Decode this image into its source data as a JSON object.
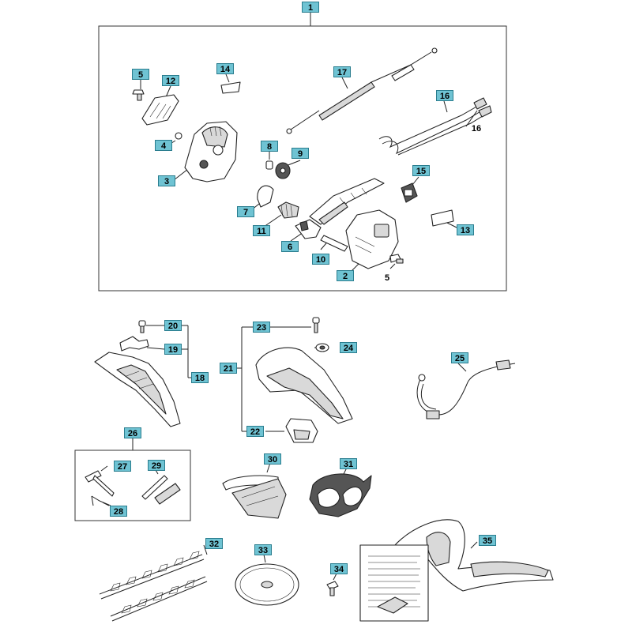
{
  "diagram": {
    "callouts": [
      {
        "id": "c1",
        "label": "1",
        "style": "boxed"
      },
      {
        "id": "c5a",
        "label": "5",
        "style": "boxed"
      },
      {
        "id": "c12",
        "label": "12",
        "style": "boxed"
      },
      {
        "id": "c14",
        "label": "14",
        "style": "boxed"
      },
      {
        "id": "c17",
        "label": "17",
        "style": "boxed"
      },
      {
        "id": "c16a",
        "label": "16",
        "style": "boxed"
      },
      {
        "id": "c16b",
        "label": "16",
        "style": "plain"
      },
      {
        "id": "c4",
        "label": "4",
        "style": "boxed"
      },
      {
        "id": "c3",
        "label": "3",
        "style": "boxed"
      },
      {
        "id": "c8",
        "label": "8",
        "style": "boxed"
      },
      {
        "id": "c9",
        "label": "9",
        "style": "boxed"
      },
      {
        "id": "c15",
        "label": "15",
        "style": "boxed"
      },
      {
        "id": "c7",
        "label": "7",
        "style": "boxed"
      },
      {
        "id": "c11",
        "label": "11",
        "style": "boxed"
      },
      {
        "id": "c6",
        "label": "6",
        "style": "boxed"
      },
      {
        "id": "c13",
        "label": "13",
        "style": "boxed"
      },
      {
        "id": "c10",
        "label": "10",
        "style": "boxed"
      },
      {
        "id": "c2",
        "label": "2",
        "style": "boxed"
      },
      {
        "id": "c5b",
        "label": "5",
        "style": "plain"
      },
      {
        "id": "c20",
        "label": "20",
        "style": "boxed"
      },
      {
        "id": "c19",
        "label": "19",
        "style": "boxed"
      },
      {
        "id": "c18",
        "label": "18",
        "style": "boxed"
      },
      {
        "id": "c23",
        "label": "23",
        "style": "boxed"
      },
      {
        "id": "c24",
        "label": "24",
        "style": "boxed"
      },
      {
        "id": "c21",
        "label": "21",
        "style": "boxed"
      },
      {
        "id": "c22",
        "label": "22",
        "style": "boxed"
      },
      {
        "id": "c25",
        "label": "25",
        "style": "boxed"
      },
      {
        "id": "c26",
        "label": "26",
        "style": "boxed"
      },
      {
        "id": "c27",
        "label": "27",
        "style": "boxed"
      },
      {
        "id": "c29",
        "label": "29",
        "style": "boxed"
      },
      {
        "id": "c28",
        "label": "28",
        "style": "boxed"
      },
      {
        "id": "c30",
        "label": "30",
        "style": "boxed"
      },
      {
        "id": "c31",
        "label": "31",
        "style": "boxed"
      },
      {
        "id": "c32",
        "label": "32",
        "style": "boxed"
      },
      {
        "id": "c33",
        "label": "33",
        "style": "boxed"
      },
      {
        "id": "c34",
        "label": "34",
        "style": "boxed"
      },
      {
        "id": "c35",
        "label": "35",
        "style": "boxed"
      }
    ]
  },
  "colors": {
    "callout_fill": "#6fc3d3",
    "callout_border": "#2a7d8e",
    "line": "#222222"
  }
}
